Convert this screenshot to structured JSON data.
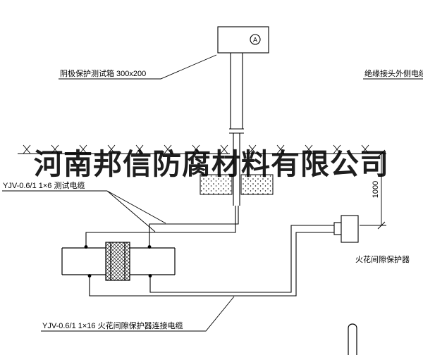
{
  "drawing": {
    "watermark": "河南邦信防腐材料有限公司",
    "labels": {
      "test_box": "阴极保护测试箱 300x200",
      "insulated_joint_cable": "绝缘接头外侧电缆",
      "test_cable": "YJV-0.6/1 1×6  测试电缆",
      "spark_protector": "火花间隙保护器",
      "spark_cable": "YJV-0.6/1 1×16  火花间隙保护器连接电缆",
      "dimension_depth": "1000",
      "ammeter": "A"
    },
    "colors": {
      "line": "#000000",
      "watermark": "#161616",
      "background": "#ffffff"
    }
  }
}
